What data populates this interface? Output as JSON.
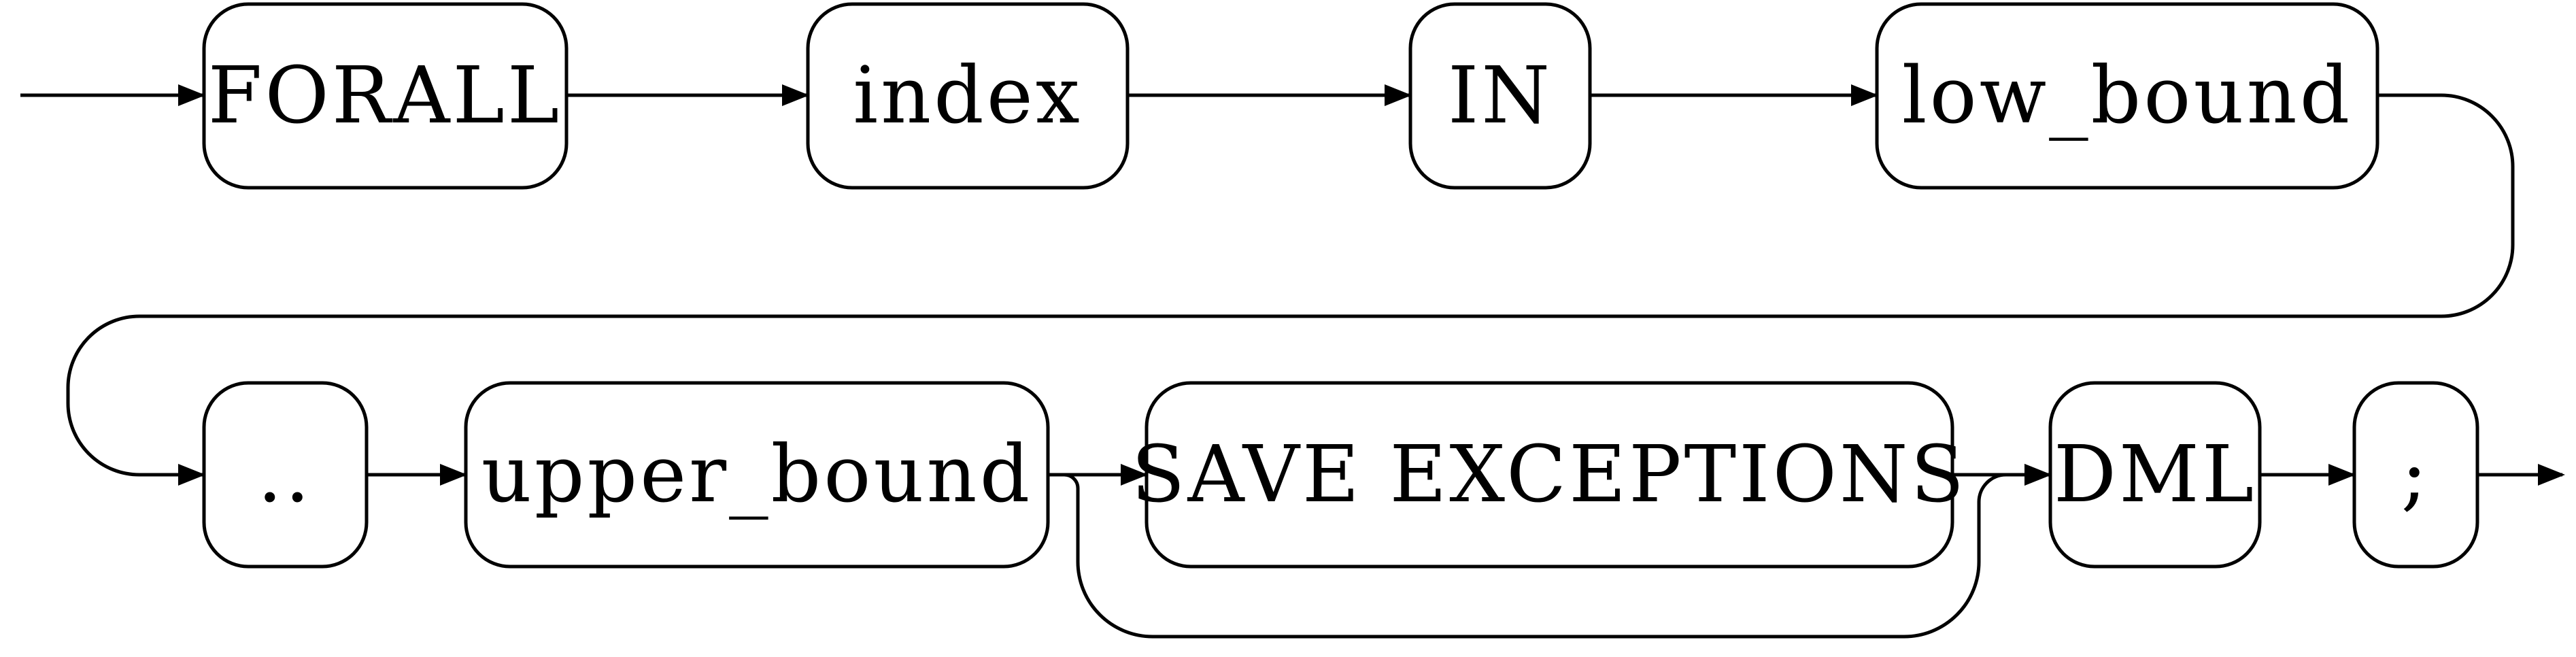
{
  "diagram": {
    "title": "",
    "nodes": {
      "forall": "FORALL",
      "index": "index",
      "in": "IN",
      "low_bound": "low_bound",
      "dots": "..",
      "upper_bound": "upper_bound",
      "save_exceptions": "SAVE EXCEPTIONS",
      "dml": "DML",
      "semicolon": ";"
    },
    "edges": [
      {
        "from": "start",
        "to": "forall"
      },
      {
        "from": "forall",
        "to": "index"
      },
      {
        "from": "index",
        "to": "in"
      },
      {
        "from": "in",
        "to": "low_bound"
      },
      {
        "from": "low_bound",
        "to": "dots"
      },
      {
        "from": "dots",
        "to": "upper_bound"
      },
      {
        "from": "upper_bound",
        "to": "save_exceptions"
      },
      {
        "from": "upper_bound",
        "to": "dml",
        "kind": "bypass"
      },
      {
        "from": "save_exceptions",
        "to": "dml"
      },
      {
        "from": "dml",
        "to": "semicolon"
      },
      {
        "from": "semicolon",
        "to": "end"
      }
    ],
    "colors": {
      "stroke": "#000000",
      "background": "#ffffff"
    }
  }
}
